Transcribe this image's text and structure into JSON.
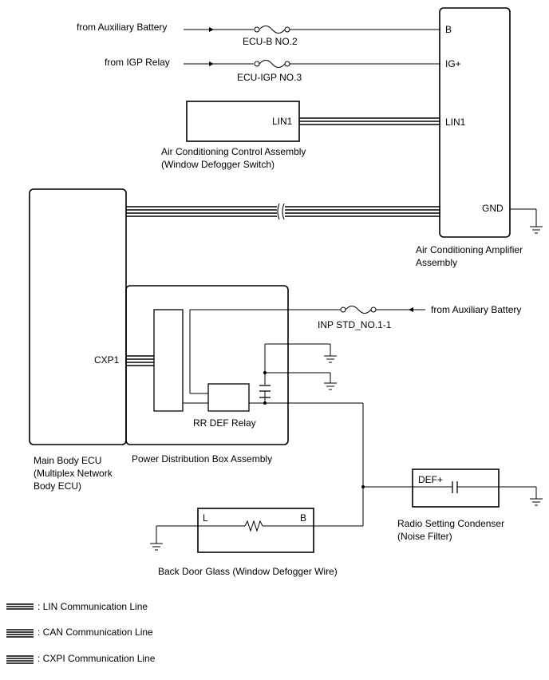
{
  "inputs": {
    "aux_battery_top": "from Auxiliary Battery",
    "igp_relay": "from IGP Relay",
    "aux_battery_right": "from Auxiliary Battery"
  },
  "fuses": {
    "ecu_b": "ECU-B NO.2",
    "ecu_igp": "ECU-IGP NO.3",
    "inp_std": "INP STD_NO.1-1"
  },
  "ac_amplifier": {
    "pins": {
      "b": "B",
      "ig": "IG+",
      "lin": "LIN1",
      "gnd": "GND"
    },
    "label_line1": "Air Conditioning Amplifier",
    "label_line2": "Assembly"
  },
  "ac_control": {
    "pin": "LIN1",
    "label_line1": "Air Conditioning Control Assembly",
    "label_line2": "(Window Defogger Switch)"
  },
  "main_body_ecu": {
    "pin": "CXP1",
    "label_line1": "Main Body ECU",
    "label_line2": "(Multiplex Network",
    "label_line3": "Body ECU)"
  },
  "power_distribution": {
    "label": "Power Distribution Box Assembly",
    "relay_label": "RR DEF Relay"
  },
  "condenser": {
    "pin": "DEF+",
    "label_line1": "Radio Setting Condenser",
    "label_line2": "(Noise Filter)"
  },
  "back_door_glass": {
    "pin_left": "L",
    "pin_right": "B",
    "label": "Back Door Glass (Window Defogger Wire)"
  },
  "legend": {
    "lin": ": LIN Communication Line",
    "can": ": CAN Communication Line",
    "cxpi": ": CXPI Communication Line"
  }
}
